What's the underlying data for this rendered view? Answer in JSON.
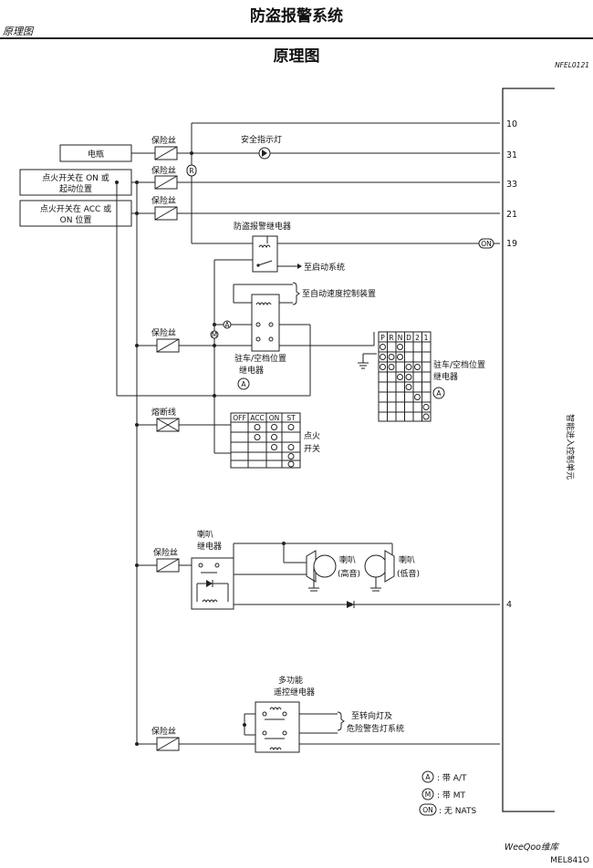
{
  "header": {
    "title": "防盗报警系统",
    "subtitle": "原理图",
    "diagram_title": "原理图",
    "ref_top": "NFEL0121",
    "ref_bottom": "MEL841O",
    "watermark": "WeeQoo维库"
  },
  "sources": {
    "battery": "电瓶",
    "ign_on_start_1": "点火开关在 ON 或",
    "ign_on_start_2": "起动位置",
    "ign_acc_on_1": "点火开关在 ACC 或",
    "ign_acc_on_2": "ON 位置"
  },
  "fuse_label": "保险丝",
  "fusible_link_label": "熔断线",
  "security_lamp_label": "安全指示灯",
  "theft_relay_label": "防盗报警继电器",
  "to_starter_label": "至启动系统",
  "to_cruise_label": "至自动速度控制装置",
  "park_neutral_relay_1": "驻车/空档位置",
  "park_neutral_relay_2": "继电器",
  "park_neutral_switch_1": "驻车/空档位置",
  "park_neutral_switch_2": "继电器",
  "gear_positions": [
    "P",
    "R",
    "N",
    "D",
    "2",
    "1"
  ],
  "ign_switch": {
    "positions": [
      "OFF",
      "ACC",
      "ON",
      "ST"
    ],
    "label_1": "点火",
    "label_2": "开关"
  },
  "horn_relay_1": "喇叭",
  "horn_relay_2": "继电器",
  "horn_high_1": "喇叭",
  "horn_high_2": "(高音)",
  "horn_low_1": "喇叭",
  "horn_low_2": "(低音)",
  "mf_relay_1": "多功能",
  "mf_relay_2": "遥控继电器",
  "turn_lamp_1": "至转向灯及",
  "turn_lamp_2": "危险警告灯系统",
  "control_unit_label": "智能进入控制单元",
  "pin_numbers": [
    "10",
    "31",
    "33",
    "21",
    "19",
    "4"
  ],
  "marks": {
    "a": "A",
    "m": "M",
    "on": "ON",
    "r": "R"
  },
  "legend": [
    {
      "mark": "A",
      "text": ": 带 A/T"
    },
    {
      "mark": "M",
      "text": ": 带 MT"
    },
    {
      "mark": "ON",
      "text": ": 无 NATS"
    }
  ]
}
